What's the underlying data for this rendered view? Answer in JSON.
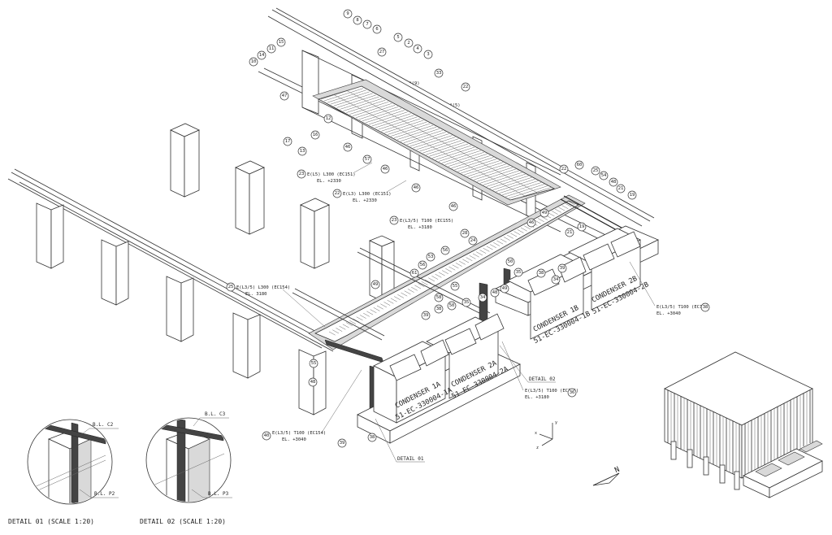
{
  "details": [
    {
      "title": "DETAIL 01  (SCALE 1:20)",
      "top_label": "B.L. C2",
      "bottom_label": "B.L. P2"
    },
    {
      "title": "DETAIL 02  (SCALE 1:20)",
      "top_label": "B.L. C3",
      "bottom_label": "B.L. P3"
    }
  ],
  "condensers": [
    {
      "name": "CONDENSER 1A",
      "tag": "51-EC-330004-1A"
    },
    {
      "name": "CONDENSER 2A",
      "tag": "51-EC-330004-2A"
    },
    {
      "name": "CONDENSER 1B",
      "tag": "51-EC-330004-1B"
    },
    {
      "name": "CONDENSER 2B",
      "tag": "51-EC-330004-2B"
    }
  ],
  "tray_labels": [
    {
      "bubble": "23",
      "line1": "E(L5) L300 (EC151)",
      "line2": "EL. +2330"
    },
    {
      "bubble": "22",
      "line1": "E(L3) L300 (EC151)",
      "line2": "EL. +2330"
    },
    {
      "bubble": "23",
      "line1": "E(L3/5) T100 (EC155)",
      "line2": "EL. +3180"
    },
    {
      "bubble": "25",
      "line1": "E(L3/5) L300 (EC154)",
      "line2": "EL. 3180"
    },
    {
      "bubble": "38",
      "line1": "E(L3/5) T100 (EC153)",
      "line2": "EL. +3040"
    },
    {
      "bubble": "36",
      "line1": "E(L3/5) T100 (EC156)",
      "line2": "EL. +3180"
    },
    {
      "bubble": "40",
      "line1": "E(L3/5) T100 (EC154)",
      "line2": "EL. +3040"
    }
  ],
  "detail_refs": [
    "DETAIL 02",
    "DETAIL 01"
  ],
  "tags": [
    "9",
    "8",
    "7",
    "6",
    "5",
    "2",
    "4",
    "3",
    "15",
    "11",
    "14",
    "10",
    "27",
    "47",
    "33",
    "22",
    "*(9)",
    "*(5)",
    "17",
    "13",
    "16",
    "12",
    "46",
    "57",
    "46",
    "46",
    "46",
    "22",
    "60",
    "25",
    "54",
    "48",
    "21",
    "19",
    "46",
    "49",
    "21",
    "19",
    "28",
    "24",
    "56",
    "53",
    "56",
    "61",
    "55",
    "58",
    "50",
    "35",
    "38",
    "39",
    "34",
    "49",
    "39",
    "38",
    "50",
    "35",
    "34",
    "48",
    "49",
    "55",
    "48",
    "39",
    "38"
  ],
  "north_label": "N",
  "axis_labels": {
    "y": "y",
    "x": "x",
    "z": "z"
  },
  "colors": {
    "line": "#333333",
    "background": "#ffffff"
  }
}
